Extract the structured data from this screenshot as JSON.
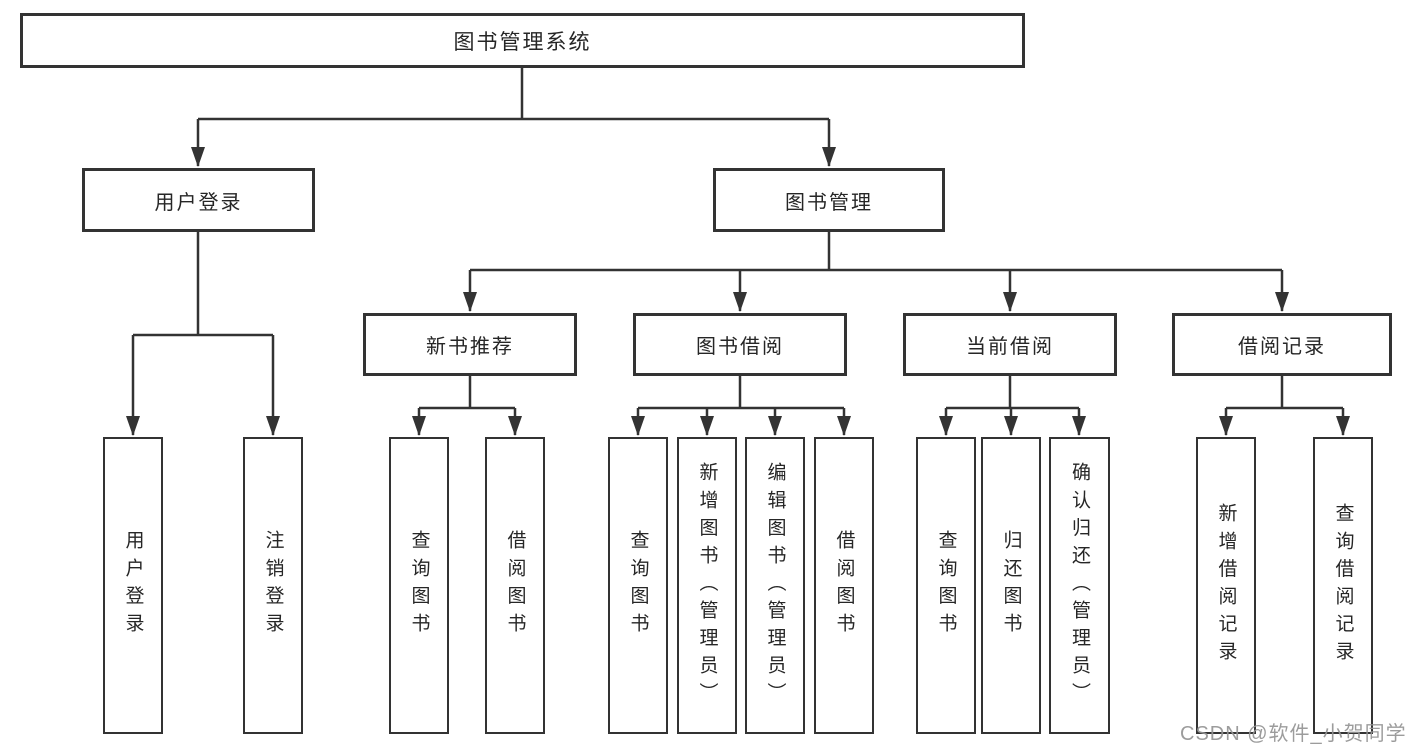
{
  "diagram": {
    "title": "图书管理系统",
    "branches": [
      {
        "label": "用户登录",
        "children": [
          {
            "label": "用户登录"
          },
          {
            "label": "注销登录"
          }
        ]
      },
      {
        "label": "图书管理",
        "sections": [
          {
            "label": "新书推荐",
            "children": [
              {
                "label": "查询图书"
              },
              {
                "label": "借阅图书"
              }
            ]
          },
          {
            "label": "图书借阅",
            "children": [
              {
                "label": "查询图书"
              },
              {
                "label": "新增图书（管理员）"
              },
              {
                "label": "编辑图书（管理员）"
              },
              {
                "label": "借阅图书"
              }
            ]
          },
          {
            "label": "当前借阅",
            "children": [
              {
                "label": "查询图书"
              },
              {
                "label": "归还图书"
              },
              {
                "label": "确认归还（管理员）"
              }
            ]
          },
          {
            "label": "借阅记录",
            "children": [
              {
                "label": "新增借阅记录"
              },
              {
                "label": "查询借阅记录"
              }
            ]
          }
        ]
      }
    ]
  },
  "watermark": {
    "text": "CSDN @软件_小贺同学"
  },
  "colors": {
    "line": "#333333",
    "box_border": "#333333",
    "text": "#262626",
    "watermark": "#949494",
    "background": "#ffffff"
  }
}
